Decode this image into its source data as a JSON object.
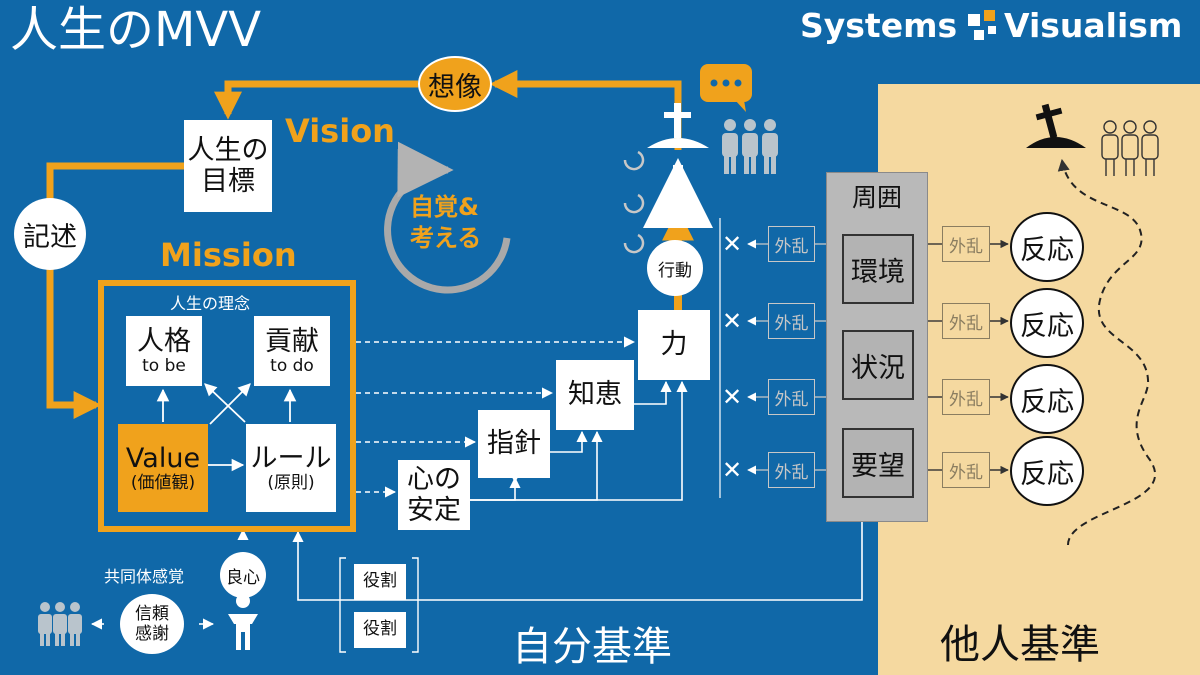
{
  "header": {
    "title": "人生のMVV",
    "brand_left": "Systems",
    "brand_right": "Visualism",
    "logo_icon": "flow-squares-icon"
  },
  "vision": {
    "label": "Vision",
    "goal_box": "人生の\n目標",
    "imagine": "想像"
  },
  "mission": {
    "label": "Mission",
    "frame_caption": "人生の理念",
    "personality": "人格",
    "personality_sub": "to be",
    "contribution": "貢献",
    "contribution_sub": "to do",
    "value": "Value",
    "value_sub": "(価値観)",
    "rule": "ルール",
    "rule_sub": "(原則)"
  },
  "loop": {
    "describe": "記述",
    "self_aware": "自覚&\n考える"
  },
  "flow": {
    "peace_of_mind": "心の\n安定",
    "guideline": "指針",
    "wisdom": "知恵",
    "power": "力",
    "action": "行動"
  },
  "environment": {
    "title": "周囲",
    "items": [
      "環境",
      "状況",
      "要望"
    ],
    "disturbance": "外乱",
    "reaction": "反応"
  },
  "bottom": {
    "community_feeling": "共同体感覚",
    "conscience": "良心",
    "trust_thanks": "信頼\n感謝",
    "roles": [
      "役割",
      "役割"
    ],
    "self_standard": "自分基準",
    "others_standard": "他人基準"
  },
  "colors": {
    "background": "#1068a8",
    "accent": "#f0a21c",
    "peach": "#f5d9a0",
    "panel_gray": "#b9b9b9"
  }
}
